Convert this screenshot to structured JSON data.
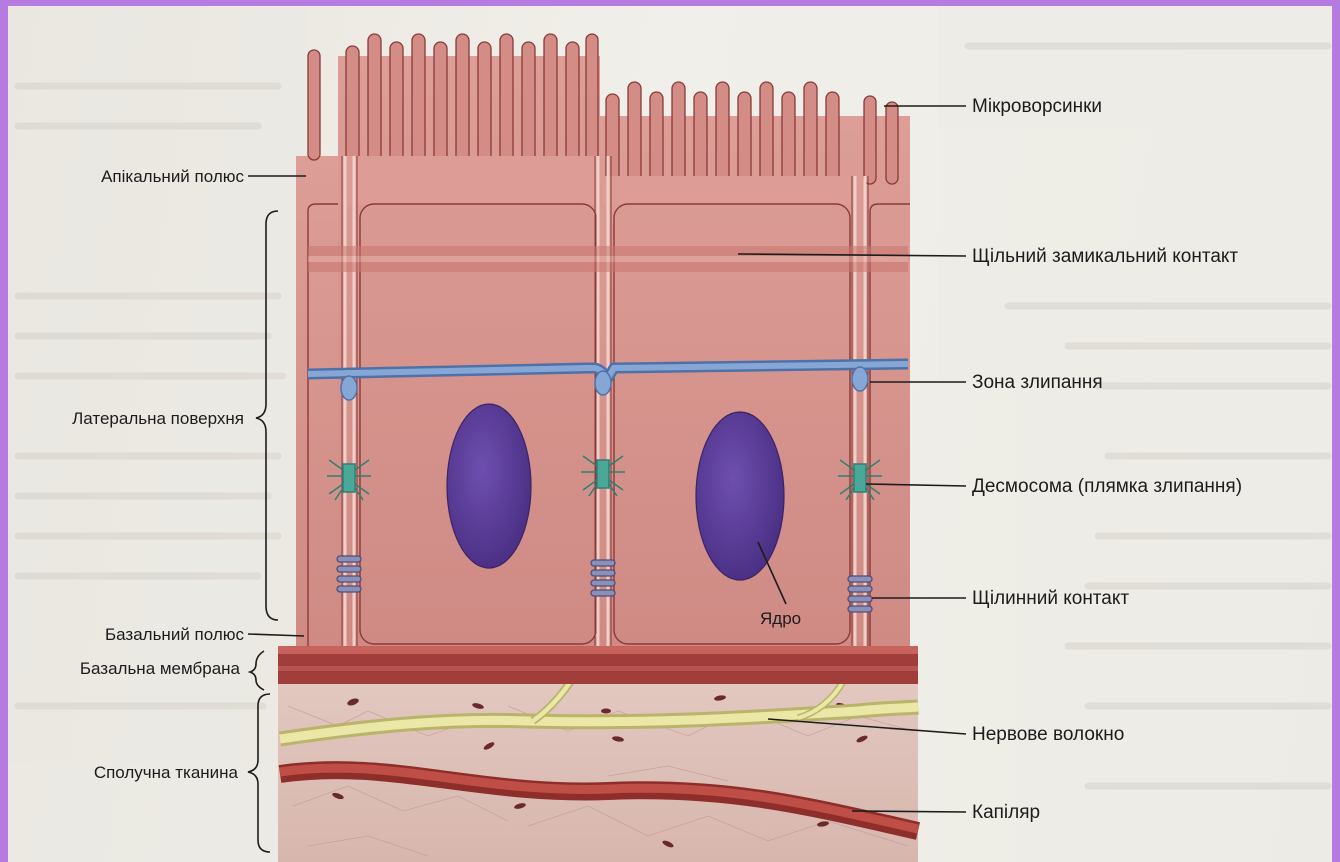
{
  "labels": {
    "left": {
      "apical_pole": "Апікальний полюс",
      "lateral_surface": "Латеральна поверхня",
      "basal_pole": "Базальний полюс",
      "basal_membrane": "Базальна мембрана",
      "connective_tissue": "Сполучна тканина"
    },
    "right": {
      "microvilli": "Мікроворсинки",
      "tight_junction": "Щільний замикальний контакт",
      "adhesion_zone": "Зона злипання",
      "desmosome": "Десмосома (плямка злипання)",
      "gap_junction": "Щілинний контакт",
      "nerve_fiber": "Нервове волокно",
      "capillary": "Капіляр"
    },
    "nucleus": "Ядро"
  },
  "colors": {
    "cell": "#d99a94",
    "cell_dark": "#a8524f",
    "nucleus": "#5a3a96",
    "adhesion_belt": "#6f93c8",
    "desmosome": "#3f9c8e",
    "nerve": "#e3df9c",
    "capillary": "#a83a34",
    "basal_membrane": "#9c3a38",
    "connective": "#dcc0b8"
  }
}
